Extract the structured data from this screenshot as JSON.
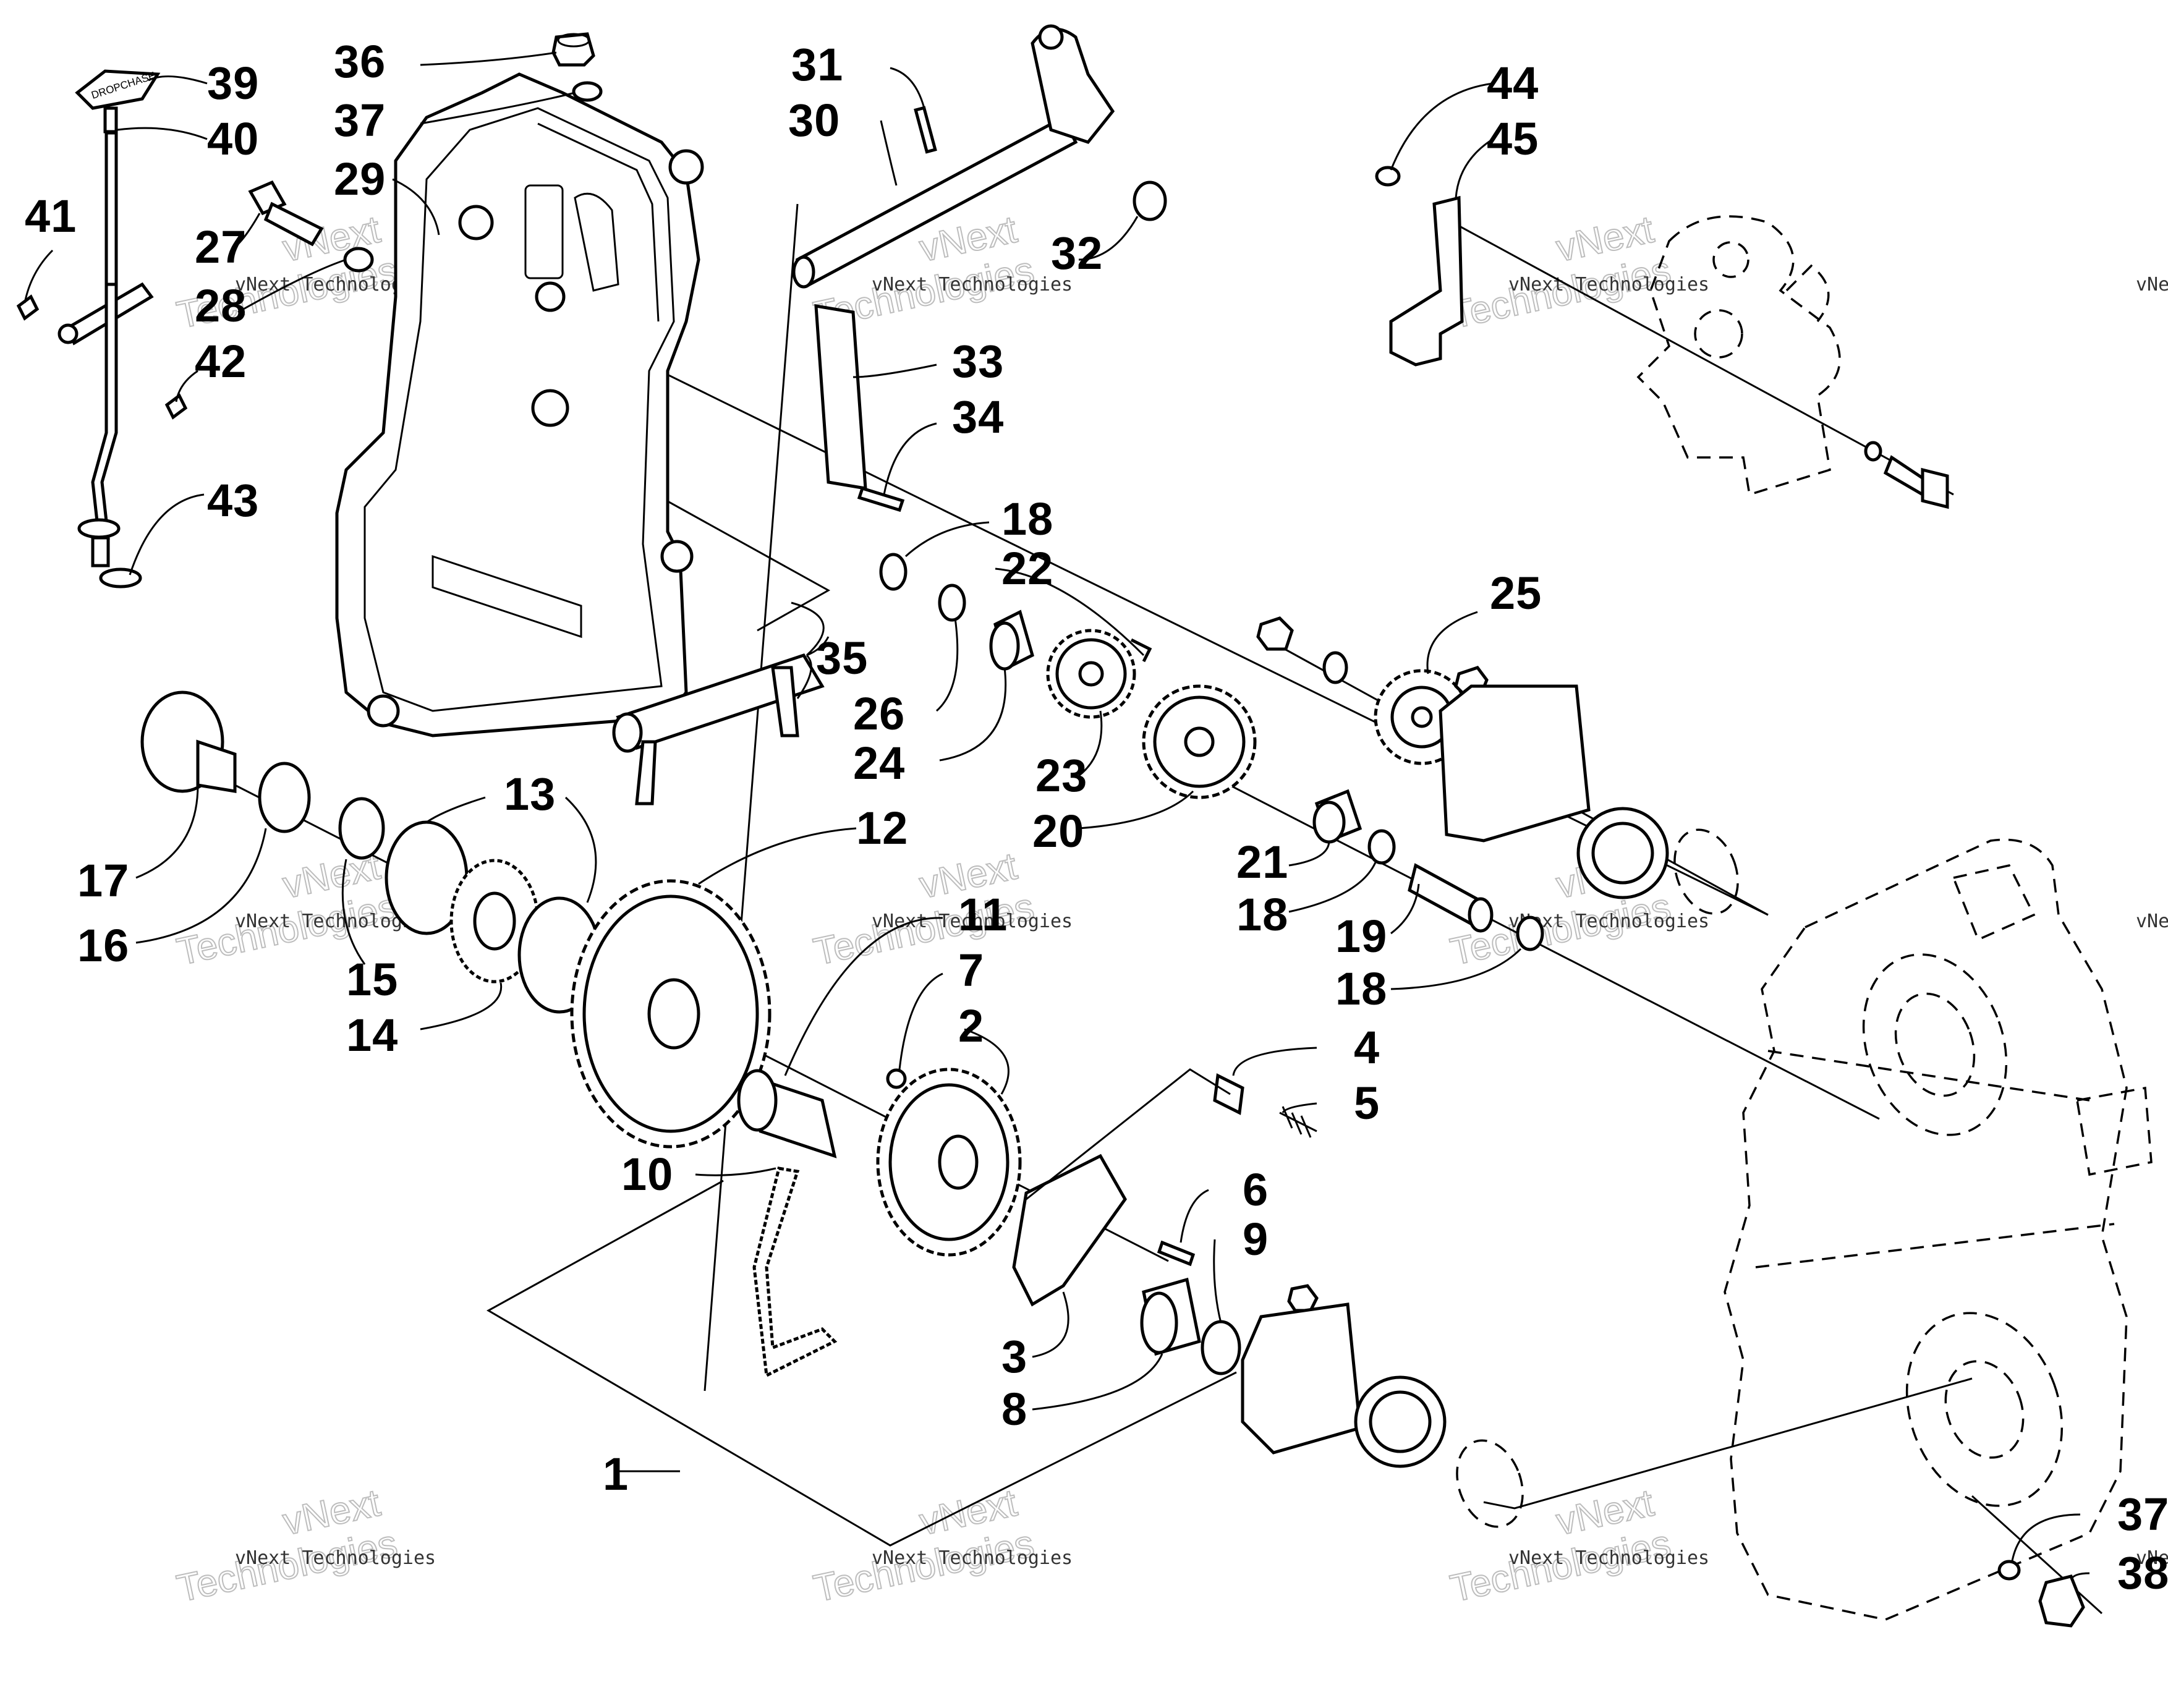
{
  "diagram": {
    "callouts": [
      {
        "id": "39",
        "text": "39"
      },
      {
        "id": "40",
        "text": "40"
      },
      {
        "id": "41",
        "text": "41"
      },
      {
        "id": "27",
        "text": "27"
      },
      {
        "id": "28",
        "text": "28"
      },
      {
        "id": "42",
        "text": "42"
      },
      {
        "id": "43",
        "text": "43"
      },
      {
        "id": "36",
        "text": "36"
      },
      {
        "id": "37a",
        "text": "37"
      },
      {
        "id": "29",
        "text": "29"
      },
      {
        "id": "31",
        "text": "31"
      },
      {
        "id": "30",
        "text": "30"
      },
      {
        "id": "32",
        "text": "32"
      },
      {
        "id": "33",
        "text": "33"
      },
      {
        "id": "34",
        "text": "34"
      },
      {
        "id": "44",
        "text": "44"
      },
      {
        "id": "45",
        "text": "45"
      },
      {
        "id": "18a",
        "text": "18"
      },
      {
        "id": "22",
        "text": "22"
      },
      {
        "id": "35",
        "text": "35"
      },
      {
        "id": "26",
        "text": "26"
      },
      {
        "id": "24",
        "text": "24"
      },
      {
        "id": "23",
        "text": "23"
      },
      {
        "id": "20",
        "text": "20"
      },
      {
        "id": "25",
        "text": "25"
      },
      {
        "id": "21",
        "text": "21"
      },
      {
        "id": "18b",
        "text": "18"
      },
      {
        "id": "19",
        "text": "19"
      },
      {
        "id": "18c",
        "text": "18"
      },
      {
        "id": "13",
        "text": "13"
      },
      {
        "id": "12",
        "text": "12"
      },
      {
        "id": "17",
        "text": "17"
      },
      {
        "id": "16",
        "text": "16"
      },
      {
        "id": "15",
        "text": "15"
      },
      {
        "id": "14",
        "text": "14"
      },
      {
        "id": "11",
        "text": "11"
      },
      {
        "id": "7",
        "text": "7"
      },
      {
        "id": "2",
        "text": "2"
      },
      {
        "id": "4",
        "text": "4"
      },
      {
        "id": "5",
        "text": "5"
      },
      {
        "id": "10",
        "text": "10"
      },
      {
        "id": "6",
        "text": "6"
      },
      {
        "id": "9",
        "text": "9"
      },
      {
        "id": "3",
        "text": "3"
      },
      {
        "id": "8",
        "text": "8"
      },
      {
        "id": "1",
        "text": "1"
      },
      {
        "id": "37b",
        "text": "37"
      },
      {
        "id": "38",
        "text": "38"
      }
    ],
    "watermark": {
      "small": "vNext Technologies",
      "large": "Technologies",
      "large_top": "vNext"
    },
    "dipstick_label": "DROPCHASE"
  }
}
